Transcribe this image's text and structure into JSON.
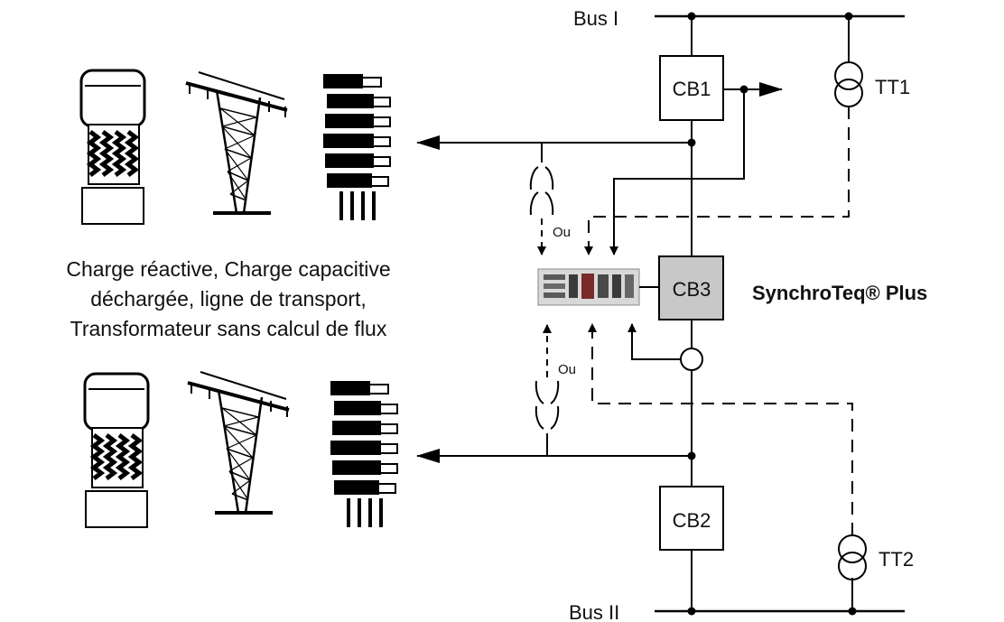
{
  "bus_labels": {
    "bus1": "Bus I",
    "bus2": "Bus II"
  },
  "breakers": {
    "cb1": "CB1",
    "cb2": "CB2",
    "cb3": "CB3"
  },
  "transformers": {
    "tt1": "TT1",
    "tt2": "TT2"
  },
  "product": "SynchroTeq® Plus",
  "ou_labels": {
    "upper": "Ou",
    "lower": "Ou"
  },
  "load_description": [
    "Charge réactive, Charge capacitive",
    "déchargée, ligne de transport,",
    "Transformateur sans calcul de flux"
  ],
  "colors": {
    "cb3_fill": "#c8c8c8",
    "line": "#000000",
    "relay_body": "#d8d8d8"
  },
  "icons": [
    "reactor-icon",
    "transmission-tower-icon",
    "capacitor-bank-icon"
  ]
}
